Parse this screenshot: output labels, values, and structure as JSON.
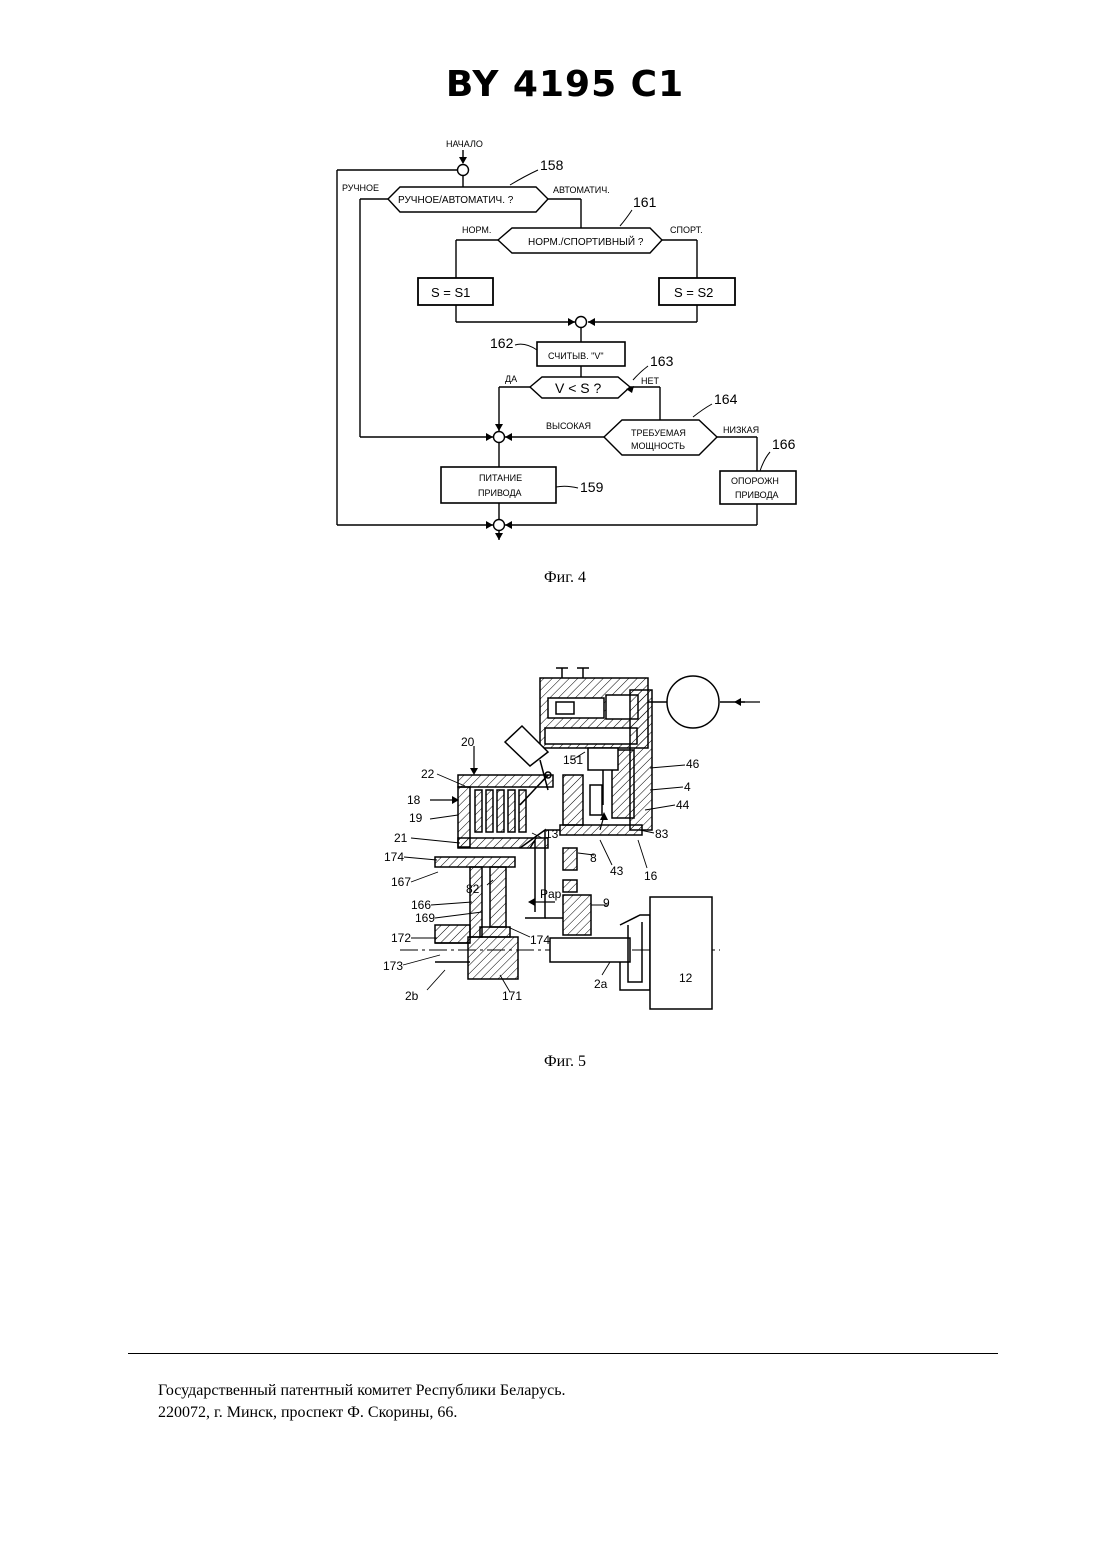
{
  "header": {
    "title": "BY 4195 C1"
  },
  "figure4": {
    "caption": "Фиг. 4",
    "start": "НАЧАЛО",
    "manual": "РУЧНОЕ",
    "automatic": "АВТОМАТИЧ.",
    "q_manual_auto": "РУЧНОЕ/АВТОМАТИЧ. ?",
    "normal": "НОРМ.",
    "sport": "СПОРТ.",
    "q_norm_sport": "НОРМ./СПОРТИВНЫЙ ?",
    "s_eq_s1": "S = S1",
    "s_eq_s2": "S = S2",
    "read_v": "СЧИТЫВ. \"V\"",
    "q_v_less_s": "V < S ?",
    "yes": "ДА",
    "no": "НЕТ",
    "high": "ВЫСОКАЯ",
    "low": "НИЗКАЯ",
    "power_line1": "ТРЕБУЕМАЯ",
    "power_line2": "МОЩНОСТЬ",
    "supply_line1": "ПИТАНИЕ",
    "supply_line2": "ПРИВОДА",
    "empty_line1": "ОПОРОЖН",
    "empty_line2": "ПРИВОДА",
    "refs": {
      "r158": "158",
      "r161": "161",
      "r162": "162",
      "r163": "163",
      "r164": "164",
      "r166": "166",
      "r159": "159"
    }
  },
  "figure5": {
    "caption": "Фиг. 5",
    "labels": {
      "l20": "20",
      "l22": "22",
      "l18": "18",
      "l19": "19",
      "l21": "21",
      "l174a": "174",
      "l167": "167",
      "l166": "166",
      "l169": "169",
      "l172": "172",
      "l173": "173",
      "l2b": "2b",
      "l171": "171",
      "l174b": "174",
      "l82": "82",
      "l13": "13",
      "l8": "8",
      "l43": "43",
      "l16": "16",
      "l83": "83",
      "l44": "44",
      "l4": "4",
      "l46": "46",
      "l151": "151",
      "l9": "9",
      "l2a": "2a",
      "l12": "12",
      "lpap": "Pap"
    }
  },
  "footer": {
    "line1": "Государственный патентный комитет Республики Беларусь.",
    "line2": "220072, г. Минск, проспект Ф. Скорины, 66."
  }
}
